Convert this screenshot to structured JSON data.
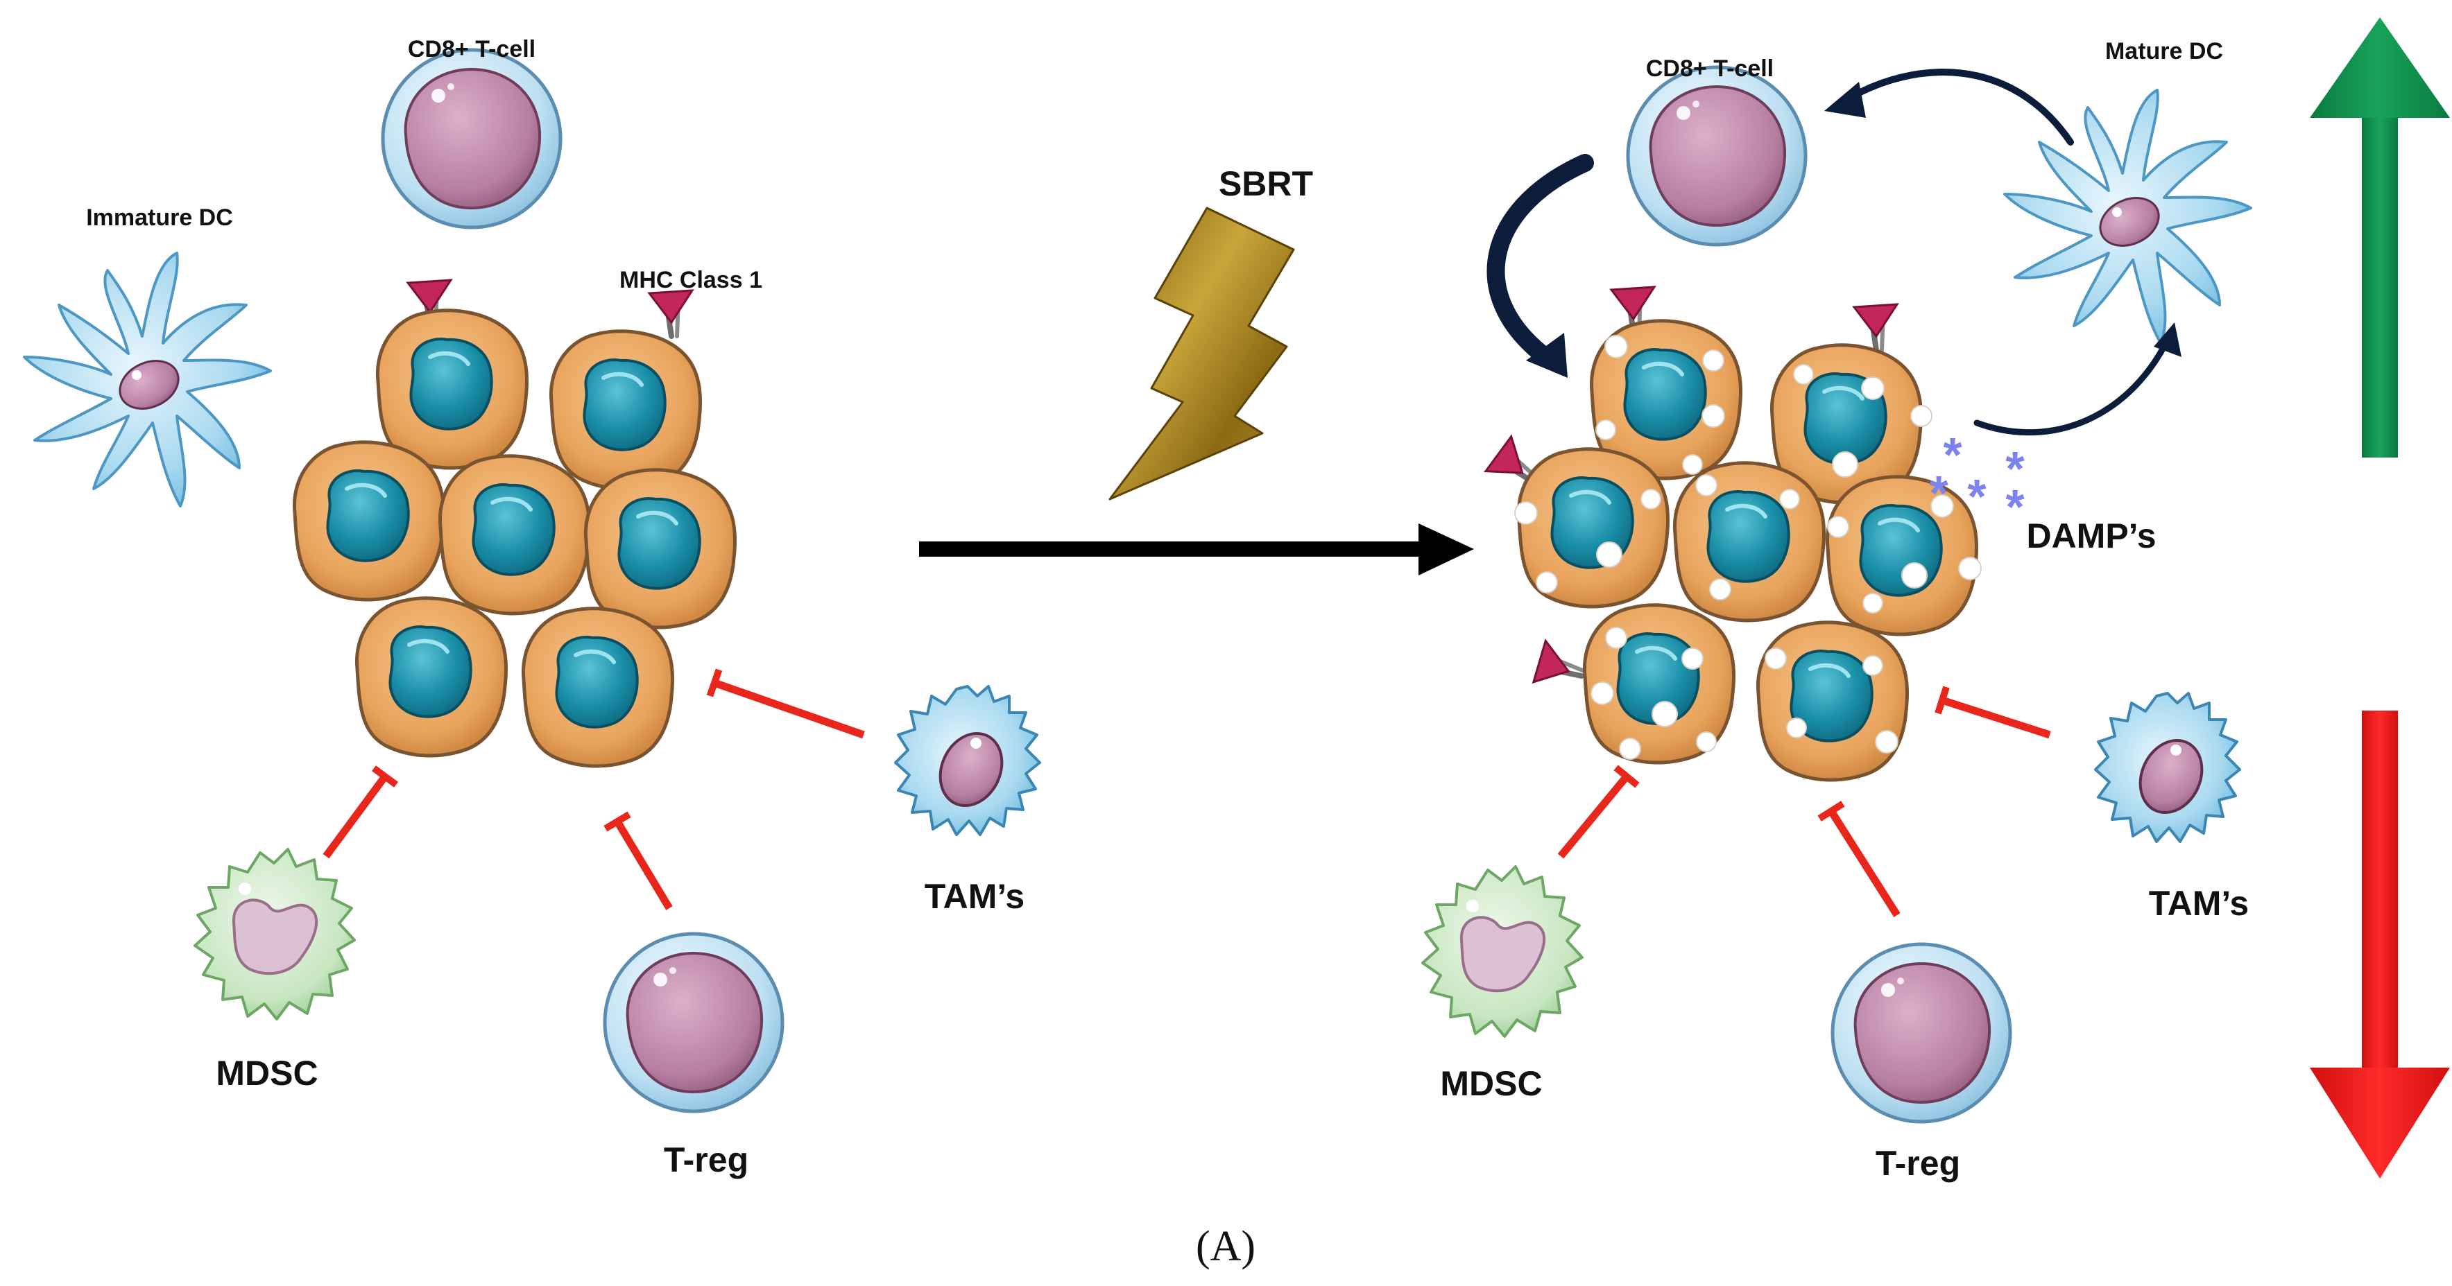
{
  "left_panel": {
    "cd8_label": "CD8+ T-cell",
    "immature_dc_label": "Immature DC",
    "mhc_label": "MHC Class 1",
    "tams_label": "TAM’s",
    "mdsc_label": "MDSC",
    "treg_label": "T-reg"
  },
  "treatment": {
    "label": "SBRT"
  },
  "right_panel": {
    "cd8_label": "CD8+ T-cell",
    "mature_dc_label": "Mature DC",
    "damps_label": "DAMP’s",
    "tams_label": "TAM’s",
    "mdsc_label": "MDSC",
    "treg_label": "T-reg"
  },
  "indicators": {
    "up_arrow_color": "#0d8c4a",
    "down_arrow_color": "#ee1c1c"
  },
  "colors": {
    "tumor_cell": "#e8a35c",
    "tumor_nucleus": "#1a8fa8",
    "immune_cell": "#bcdff2",
    "tcell_nucleus": "#b77fa1",
    "mdsc_body": "#c7e6c1",
    "inhibition": "#e8261c",
    "damp": "#7d83ec"
  },
  "caption": "(A)"
}
